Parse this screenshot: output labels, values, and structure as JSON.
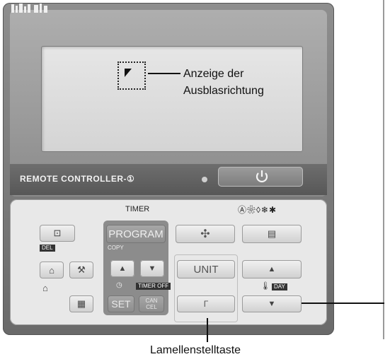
{
  "callout": {
    "line1": "Anzeige der",
    "line2": "Ausblasrichtung"
  },
  "band": {
    "label": "REMOTE CONTROLLER-①"
  },
  "controls": {
    "timer": "TIMER",
    "program": "PROGRAM",
    "copy": "COPY",
    "del": "DEL",
    "tmr_off": "TIMER OFF",
    "set": "SET",
    "cancel": "CAN CEL",
    "unit": "UNIT",
    "day": "DAY",
    "mode_icons": "Ⓐ❀◊❄✱"
  },
  "bottom_label": "Lamellenstelltaste",
  "colors": {
    "panel": "#8a8a8a",
    "screen": "#dcdcdc",
    "keypad": "#e8e8e8"
  }
}
